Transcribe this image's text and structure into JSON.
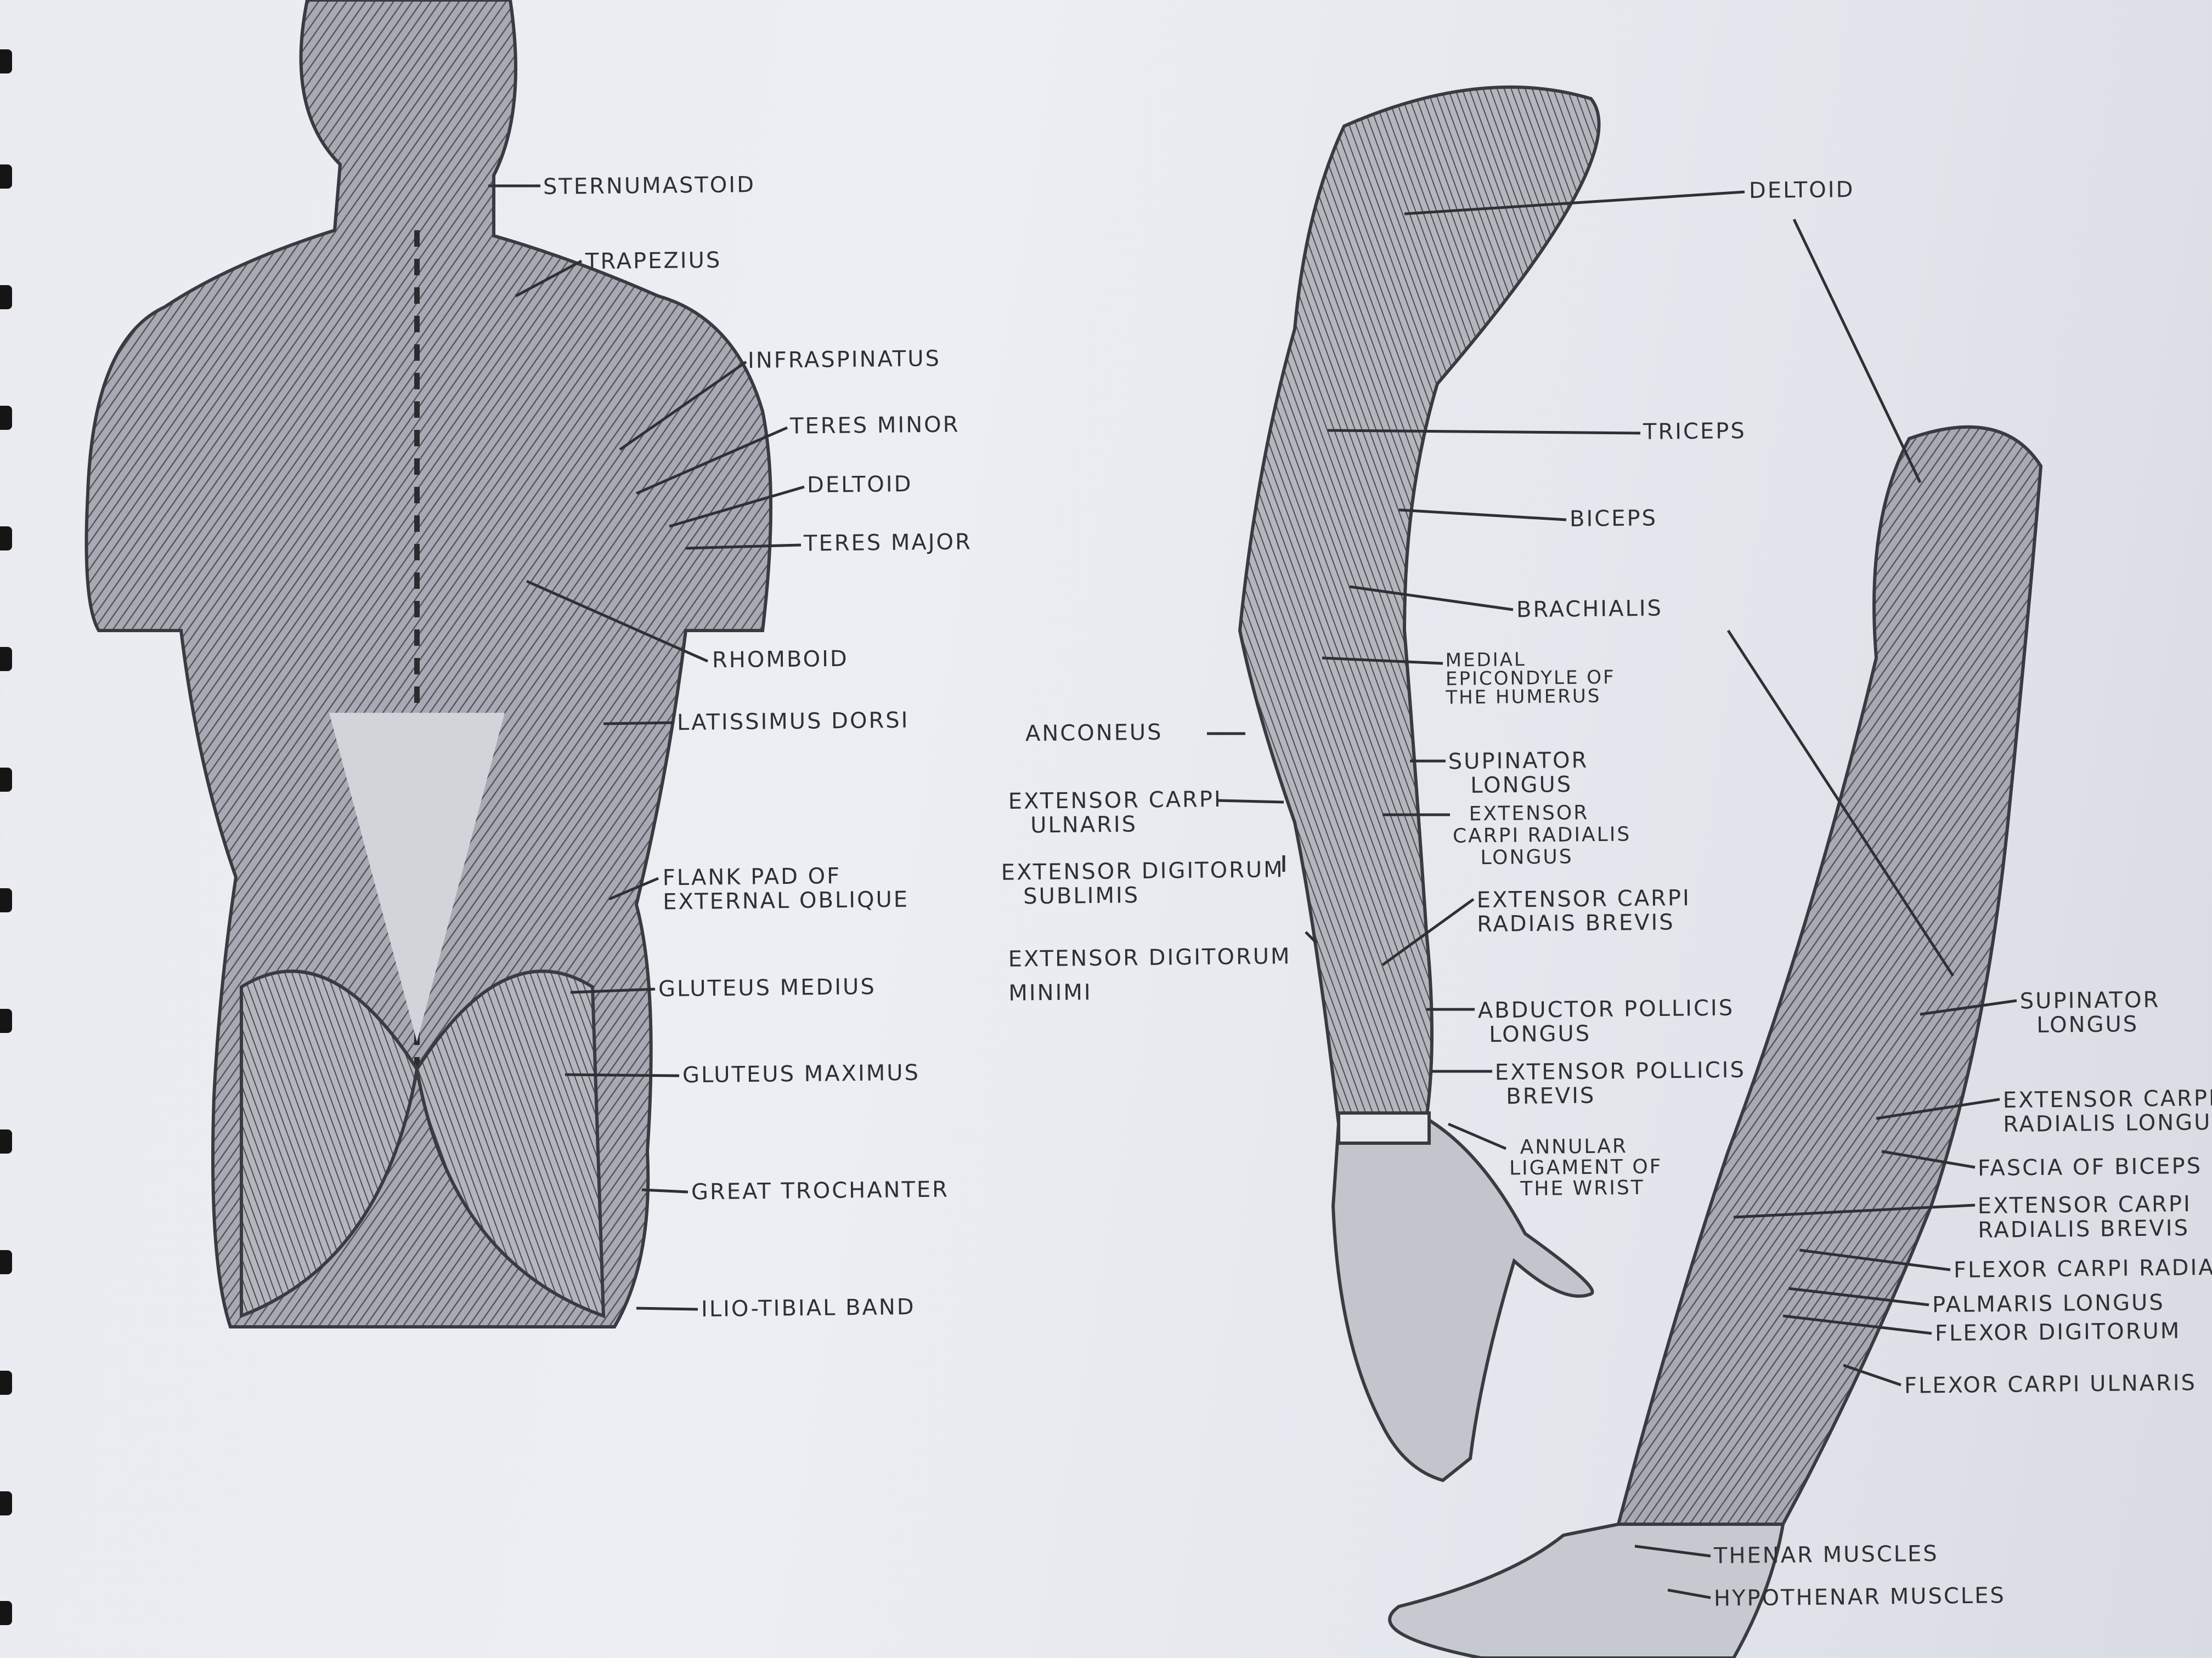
{
  "back_figure": {
    "labels": [
      {
        "lines": [
          "Sternumastoid"
        ]
      },
      {
        "lines": [
          "Trapezius"
        ]
      },
      {
        "lines": [
          "Infraspinatus"
        ]
      },
      {
        "lines": [
          "Teres Minor"
        ]
      },
      {
        "lines": [
          "Deltoid"
        ]
      },
      {
        "lines": [
          "Teres Major"
        ]
      },
      {
        "lines": [
          "Rhomboid"
        ]
      },
      {
        "lines": [
          "Latissimus Dorsi"
        ]
      },
      {
        "lines": [
          "Flank Pad of",
          "External Oblique"
        ]
      },
      {
        "lines": [
          "Gluteus Medius"
        ]
      },
      {
        "lines": [
          "Gluteus Maximus"
        ]
      },
      {
        "lines": [
          "Great Trochanter"
        ]
      },
      {
        "lines": [
          "Ilio-Tibial Band"
        ]
      }
    ]
  },
  "arm_back": {
    "labels": [
      {
        "lines": [
          "Deltoid"
        ]
      },
      {
        "lines": [
          "Triceps"
        ]
      },
      {
        "lines": [
          "Biceps"
        ]
      },
      {
        "lines": [
          "Brachialis"
        ]
      },
      {
        "lines": [
          "Medial",
          "Epicondyle of",
          "the Humerus"
        ]
      },
      {
        "lines": [
          "Anconeus"
        ]
      },
      {
        "lines": [
          "Extensor Carpi",
          "Ulnaris"
        ]
      },
      {
        "lines": [
          "Extensor Digitorum",
          "Sublimis"
        ]
      },
      {
        "lines": [
          "Extensor Digitorum",
          "Minimi"
        ]
      },
      {
        "lines": [
          "Supinator",
          "Longus"
        ]
      },
      {
        "lines": [
          "Extensor",
          "Carpi Radialis",
          "Longus"
        ]
      },
      {
        "lines": [
          "Extensor Carpi",
          "Radiais Brevis"
        ]
      },
      {
        "lines": [
          "Abductor Pollicis",
          "Longus"
        ]
      },
      {
        "lines": [
          "Extensor Pollicis",
          "Brevis"
        ]
      },
      {
        "lines": [
          "Annular",
          "Ligament of",
          "the Wrist"
        ]
      }
    ]
  },
  "arm_front": {
    "labels": [
      {
        "lines": [
          "Supinator",
          "Longus"
        ]
      },
      {
        "lines": [
          "Extensor Carpi",
          "Radialis Longus"
        ]
      },
      {
        "lines": [
          "Fascia of Biceps"
        ]
      },
      {
        "lines": [
          "Extensor Carpi",
          "Radialis Brevis"
        ]
      },
      {
        "lines": [
          "Flexor Carpi Radialis"
        ]
      },
      {
        "lines": [
          "Palmaris Longus"
        ]
      },
      {
        "lines": [
          "Flexor Digitorum"
        ]
      },
      {
        "lines": [
          "Flexor Carpi Ulnaris"
        ]
      },
      {
        "lines": [
          "Thenar Muscles"
        ]
      },
      {
        "lines": [
          "Hypothenar Muscles"
        ]
      }
    ]
  },
  "colors": {
    "paper": "#e9ebf1",
    "graphite": "#3a3b40",
    "shade": "#8d9099"
  }
}
